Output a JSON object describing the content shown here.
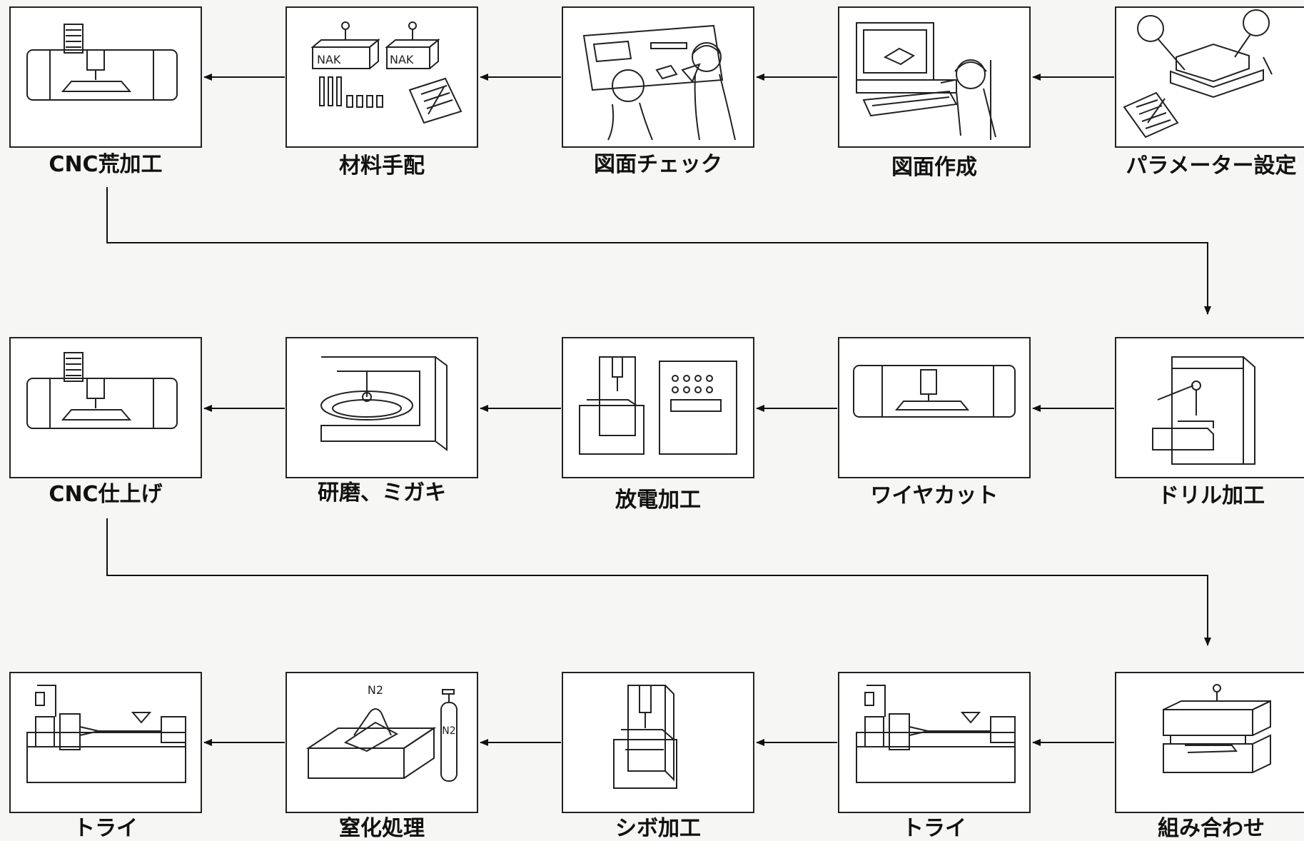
{
  "flow": {
    "row1": [
      {
        "label": "パラメーター設定",
        "icon": "parameter-setting-icon"
      },
      {
        "label": "図面作成",
        "icon": "drawing-creation-icon"
      },
      {
        "label": "図面チェック",
        "icon": "drawing-check-icon"
      },
      {
        "label": "材料手配",
        "icon": "material-arrangement-icon",
        "tags": [
          "NAK",
          "NAK"
        ]
      },
      {
        "label": "CNC荒加工",
        "icon": "cnc-rough-machining-icon"
      }
    ],
    "row2": [
      {
        "label": "ドリル加工",
        "icon": "drilling-icon"
      },
      {
        "label": "ワイヤカット",
        "icon": "wire-cut-icon"
      },
      {
        "label": "放電加工",
        "icon": "edm-icon"
      },
      {
        "label": "研磨、ミガキ",
        "icon": "polishing-icon"
      },
      {
        "label": "CNC仕上げ",
        "icon": "cnc-finishing-icon"
      }
    ],
    "row3": [
      {
        "label": "組み合わせ",
        "icon": "assembly-icon"
      },
      {
        "label": "トライ",
        "icon": "injection-trial-icon"
      },
      {
        "label": "シボ加工",
        "icon": "texturing-icon"
      },
      {
        "label": "窒化処理",
        "icon": "nitriding-icon",
        "tags": [
          "N2",
          "N2"
        ]
      },
      {
        "label": "トライ",
        "icon": "injection-trial-icon"
      }
    ]
  }
}
